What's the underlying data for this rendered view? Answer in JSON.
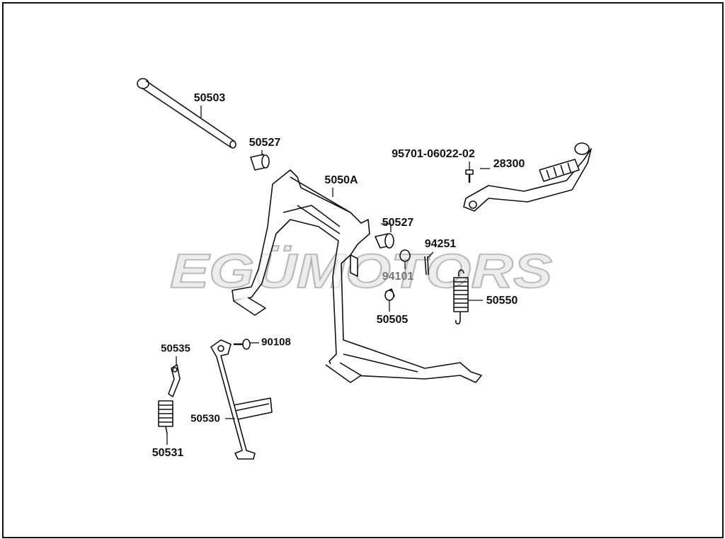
{
  "diagram": {
    "watermark": "EGÜMOTORS",
    "parts": [
      {
        "id": "50503",
        "label": "50503"
      },
      {
        "id": "50527a",
        "label": "50527"
      },
      {
        "id": "5050A",
        "label": "5050A"
      },
      {
        "id": "95701",
        "label": "95701-06022-02"
      },
      {
        "id": "28300",
        "label": "28300"
      },
      {
        "id": "50527b",
        "label": "50527"
      },
      {
        "id": "94251",
        "label": "94251"
      },
      {
        "id": "94101",
        "label": "94101"
      },
      {
        "id": "50550",
        "label": "50550"
      },
      {
        "id": "50505",
        "label": "50505"
      },
      {
        "id": "50535",
        "label": "50535"
      },
      {
        "id": "90108",
        "label": "90108"
      },
      {
        "id": "50530",
        "label": "50530"
      },
      {
        "id": "50531",
        "label": "50531"
      }
    ]
  }
}
